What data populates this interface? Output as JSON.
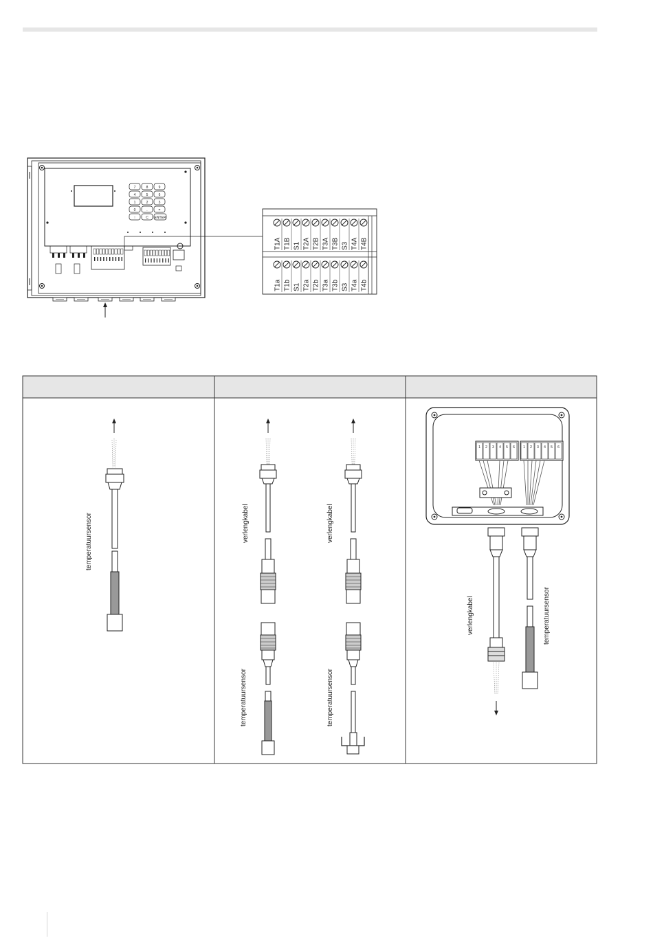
{
  "terminal_block": {
    "top_row": [
      "T1A",
      "T1B",
      "S1",
      "T2A",
      "T2B",
      "T3A",
      "T3B",
      "S3",
      "T4A",
      "T4B"
    ],
    "bottom_row": [
      "T1a",
      "T1b",
      "S1",
      "T2a",
      "T2b",
      "T3a",
      "T3b",
      "S3",
      "T4a",
      "T4b"
    ]
  },
  "keypad": [
    "7",
    "8",
    "9",
    "4",
    "5",
    "6",
    "1",
    "2",
    "3",
    "0",
    ".",
    "=",
    "↑",
    "C",
    "ENTER"
  ],
  "table": {
    "headers": [
      "",
      "",
      ""
    ]
  },
  "labels": {
    "col1_sensor": "temperatuursensor",
    "col2_ext1": "verlengkabel",
    "col2_ext2": "verlengkabel",
    "col2_sensor1": "temperatuursensor",
    "col2_sensor2": "temperatuursensor",
    "col3_ext": "verlengkabel",
    "col3_sensor": "temperatuursensor",
    "jb_terminals_a": [
      "1",
      "2",
      "3",
      "4",
      "5",
      "6"
    ],
    "jb_terminals_b": [
      "1",
      "2",
      "3",
      "4",
      "5",
      "6"
    ]
  }
}
